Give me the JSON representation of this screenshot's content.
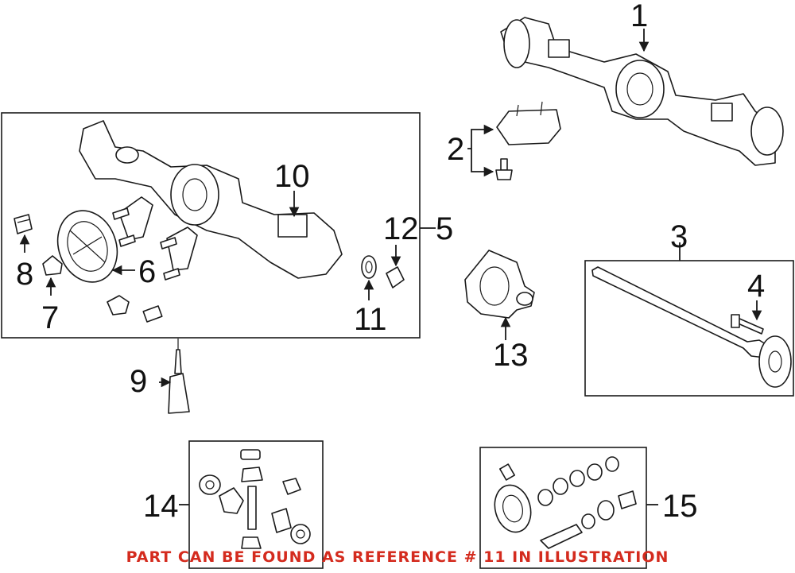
{
  "diagram": {
    "callouts": [
      "1",
      "2",
      "3",
      "4",
      "5",
      "6",
      "7",
      "8",
      "9",
      "10",
      "11",
      "12",
      "13",
      "14",
      "15"
    ],
    "notice": "PART CAN BE FOUND AS REFERENCE # 11 IN ILLUSTRATION",
    "colors": {
      "ink": "#1a1a1a",
      "notice": "#d42b1e",
      "background": "#ffffff"
    }
  }
}
